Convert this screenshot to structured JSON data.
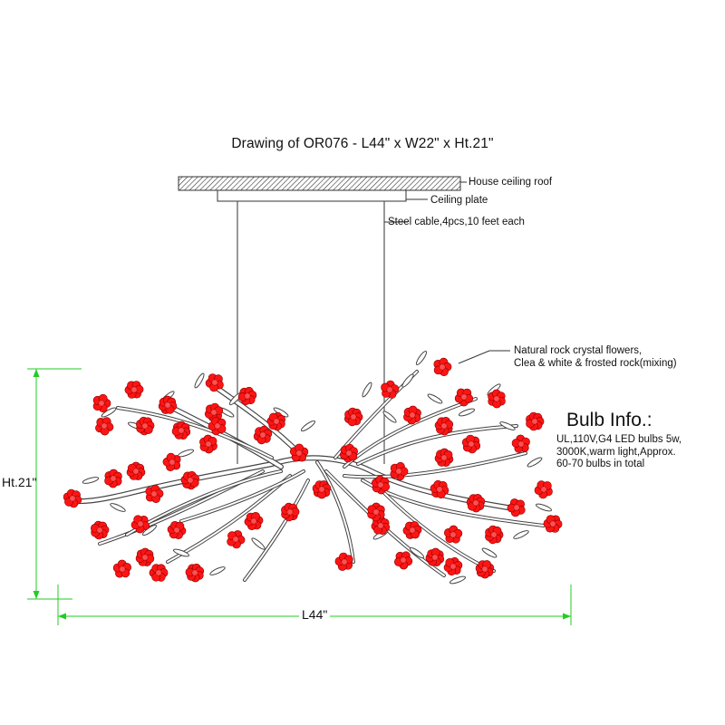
{
  "title": "Drawing of OR076 - L44\" x W22\" x Ht.21\"",
  "callouts": {
    "ceiling_roof": "House ceiling roof",
    "ceiling_plate": "Ceiling plate",
    "steel_cable": "Steel cable,4pcs,10 feet each",
    "flowers_line1": "Natural rock crystal flowers,",
    "flowers_line2": "Clea & white & frosted rock(mixing)"
  },
  "bulb_info": {
    "heading": "Bulb Info.:",
    "text": "UL,110V,G4 LED bulbs 5w,\n3000K,warm light,Approx.\n60-70 bulbs in total"
  },
  "dimensions": {
    "height": "Ht.21\"",
    "length": "L44\""
  },
  "colors": {
    "flower": "#ff1414",
    "dimension": "#22cc22",
    "line": "#333333"
  }
}
